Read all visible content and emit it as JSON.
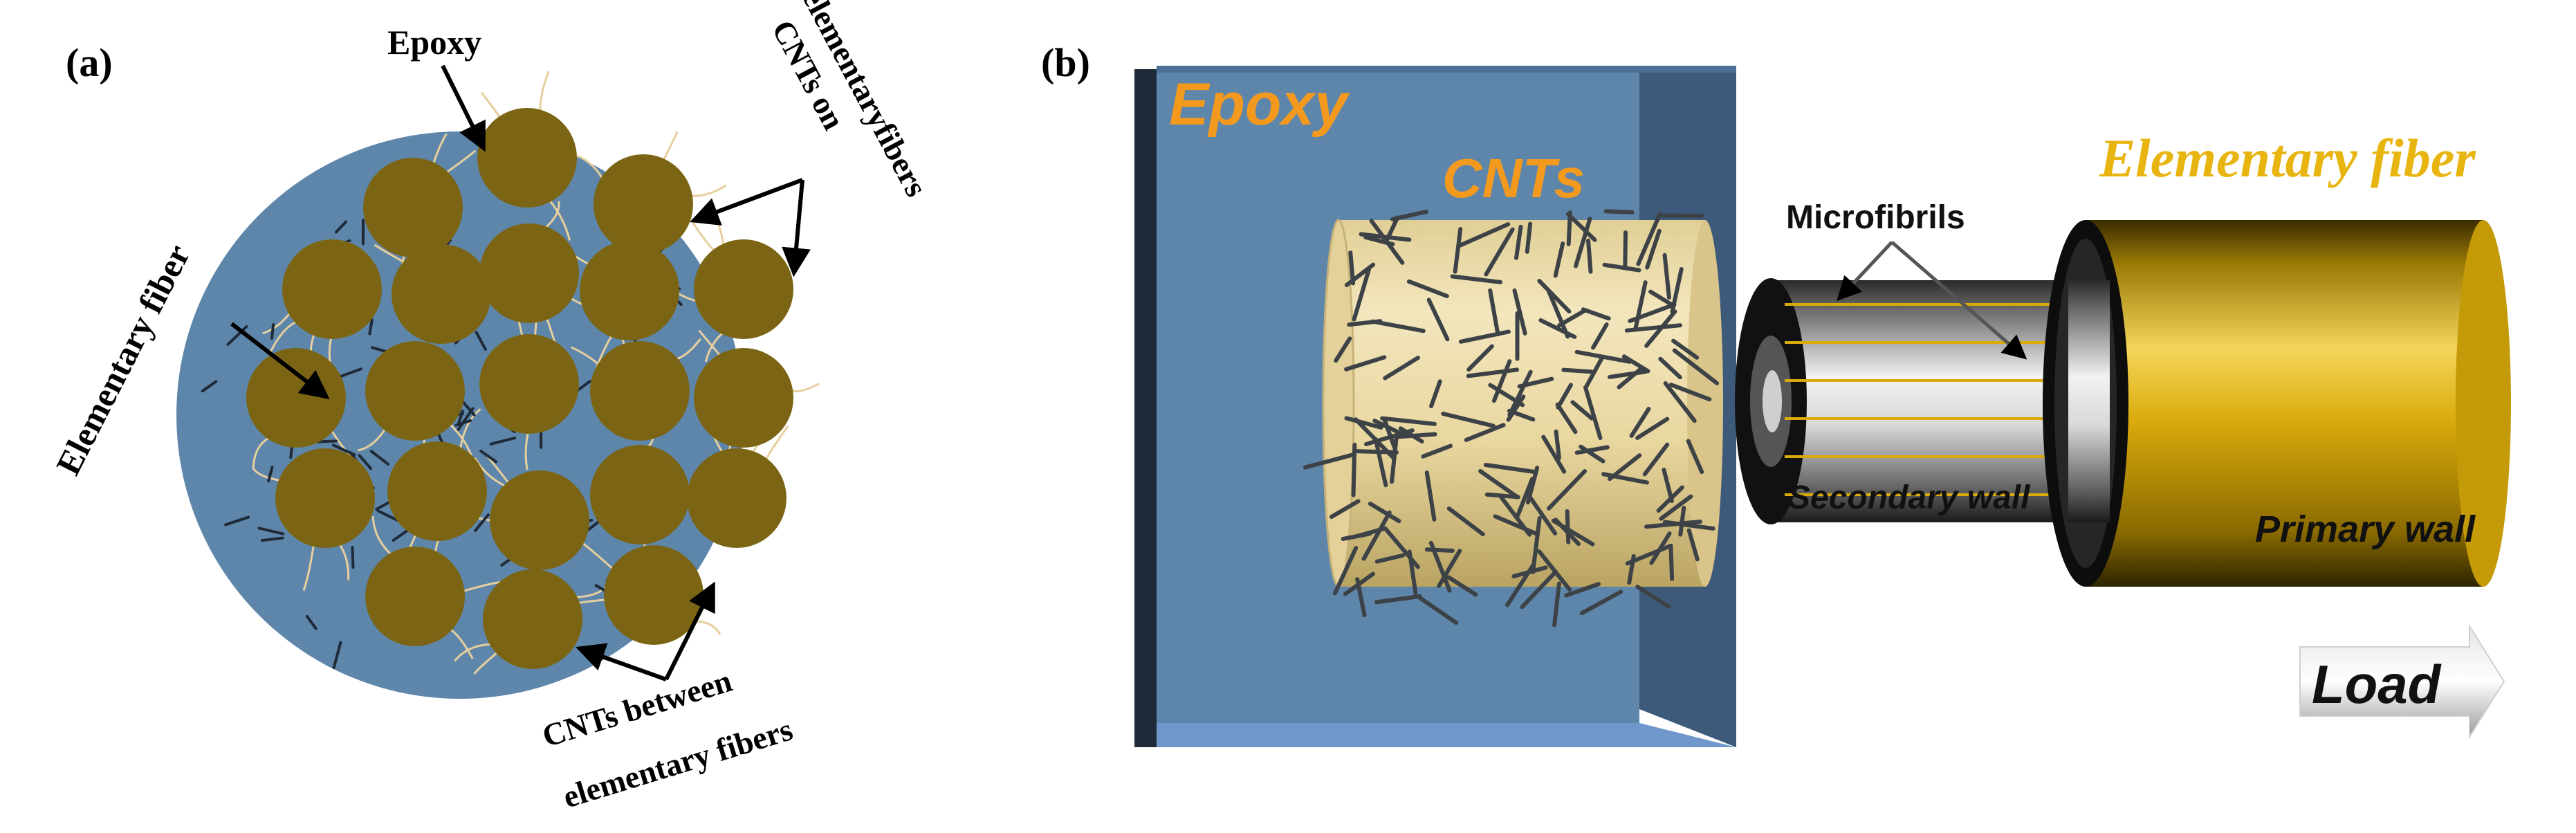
{
  "panel_a": {
    "label": "(a)",
    "epoxy_label": "Epoxy",
    "cnts_on_label_line1": "CNTs on",
    "cnts_on_label_line2": "elementary",
    "cnts_on_label_line3": "fibers",
    "elementary_fiber_label": "Elementary fiber",
    "cnts_between_line1": "CNTs  between",
    "cnts_between_line2": "elementary fibers"
  },
  "panel_b": {
    "label": "(b)",
    "epoxy_label": "Epoxy",
    "cnts_label": "CNTs",
    "elementary_fiber_label": "Elementary fiber",
    "microfibrils_label": "Microfibrils",
    "secondary_wall_label": "Secondary wall",
    "primary_wall_label": "Primary wall",
    "load_label": "Load"
  },
  "colors": {
    "epoxy_blue": "#5e86ab",
    "fiber_brown": "#7b6514",
    "gold": "#d9aa0c",
    "cnt_dark": "#3d4247",
    "cnt_light": "#e6cf9e",
    "label_orange": "#f39a1e"
  }
}
